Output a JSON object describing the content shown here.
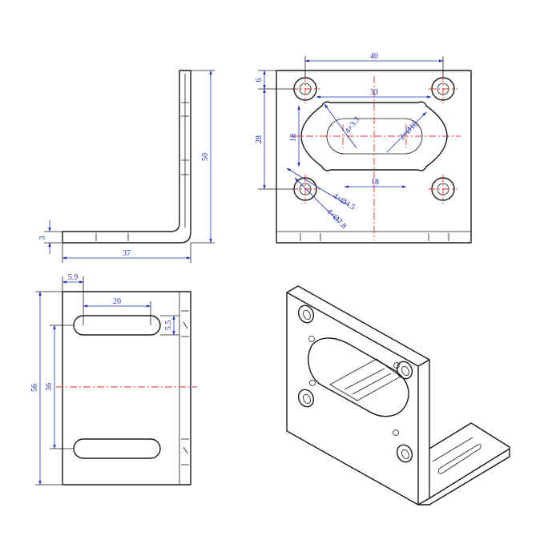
{
  "colors": {
    "outline": "#1a1a1a",
    "dimension": "#1f2fb0",
    "centerline": "#e0302a",
    "background": "#ffffff"
  },
  "side_view": {
    "dims": {
      "height": "50",
      "length": "37",
      "thickness": "3"
    }
  },
  "front_view": {
    "dims": {
      "hole_spacing_x": "40",
      "slot_spacing_x": "33",
      "top_offset": "6",
      "hole_spacing_y": "28",
      "slot_height": "18",
      "slot_width": "18",
      "slot_holes": "4×3.3",
      "center_circles": "2×Ø10",
      "hole_dia": "4×Ø4.5",
      "counterbore_dia": "4×Ø7.8"
    }
  },
  "bottom_view": {
    "dims": {
      "edge_offset": "5.9",
      "slot_length": "20",
      "slot_width": "5.5",
      "total_length": "56",
      "slot_spacing": "36"
    }
  }
}
